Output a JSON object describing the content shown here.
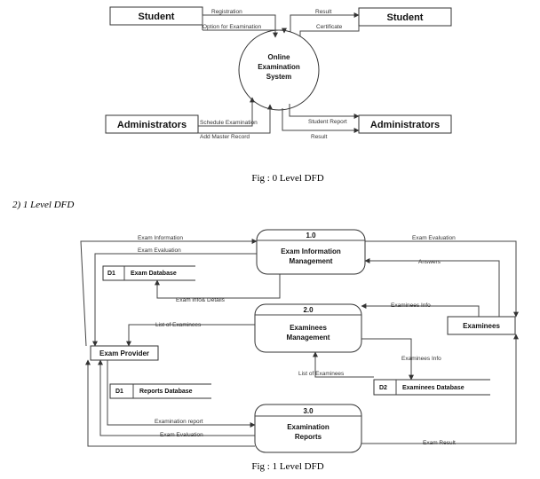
{
  "level0": {
    "entities": {
      "student_left": "Student",
      "student_right": "Student",
      "admin_left": "Administrators",
      "admin_right": "Administrators"
    },
    "process": [
      "Online",
      "Examination",
      "System"
    ],
    "flows": {
      "registration": "Registration",
      "option_for_examination": "Option for Examination",
      "result_top": "Result",
      "certificate": "Certificate",
      "schedule_examination": "Schedule Examination",
      "add_master_record": "Add Master Record",
      "student_report": "Student Report",
      "result_bottom": "Result"
    },
    "caption": "Fig : 0 Level DFD"
  },
  "section_heading": "2)    1  Level DFD",
  "level1": {
    "processes": {
      "p1": {
        "number": "1.0",
        "name": [
          "Exam Information",
          "Management"
        ]
      },
      "p2": {
        "number": "2.0",
        "name": [
          "Examinees",
          "Management"
        ]
      },
      "p3": {
        "number": "3.0",
        "name": [
          "Examination",
          "Reports"
        ]
      }
    },
    "entities": {
      "exam_provider": "Exam Provider",
      "examinees": "Examinees"
    },
    "datastores": {
      "d1_exam": {
        "id": "D1",
        "name": "Exam Database"
      },
      "d1_reports": {
        "id": "D1",
        "name": "Reports Database"
      },
      "d2_examinees": {
        "id": "D2",
        "name": "Examinees Database"
      }
    },
    "flows": {
      "exam_information": "Exam Information",
      "exam_evaluation_left": "Exam Evaluation",
      "exam_evaluation_right": "Exam Evaluation",
      "answers": "Answers",
      "exam_info_details": "Exam info& Details",
      "examinees_info_1": "Examinees Info",
      "list_of_examinees_1": "List of Examinees",
      "examinees_info_2": "Examinees Info",
      "list_of_examinees_2": "List of Examinees",
      "examination_report": "Examination report",
      "exam_evaluation_bottom": "Exam Evaluation",
      "exam_result": "Exam Result"
    },
    "caption": "Fig : 1 Level DFD"
  }
}
